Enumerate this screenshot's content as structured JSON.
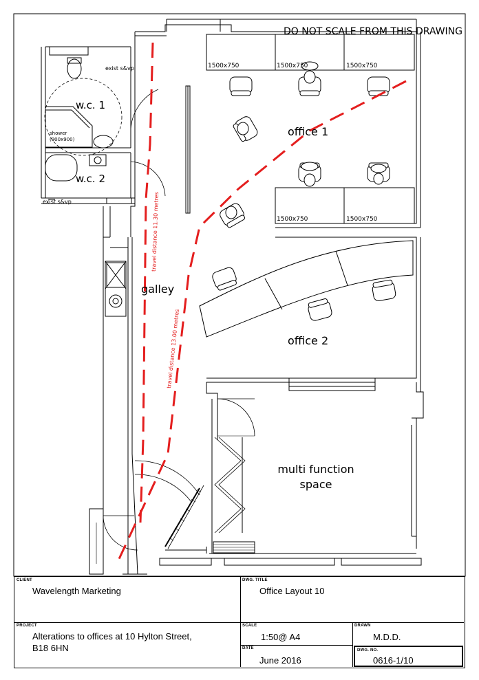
{
  "drawing": {
    "notice": "DO NOT SCALE FROM THIS DRAWING",
    "rooms": {
      "wc1": "w.c. 1",
      "wc2": "w.c. 2",
      "office1": "office 1",
      "office2": "office 2",
      "galley": "galley",
      "multi_line1": "multi function",
      "multi_line2": "space"
    },
    "annotations": {
      "exist_svp_top": "exist s&vp",
      "exist_svp_bottom": "exist s&vp",
      "shower_line1": "shower",
      "shower_line2": "(900x900)",
      "travel_1": "travel distance 11.30 metres",
      "travel_2": "travel distance 13.00 metres"
    },
    "desks": {
      "d1": "1500x750",
      "d2": "1500x750",
      "d3": "1500x750",
      "d4": "1500x750",
      "d5": "1500x750"
    },
    "colors": {
      "line": "#000000",
      "route": "#e41e1e"
    }
  },
  "title_block": {
    "client_caption": "CLIENT",
    "client": "Wavelength Marketing",
    "title_caption": "DWG. TITLE",
    "title": "Office Layout 10",
    "project_caption": "PROJECT",
    "project_line1": "Alterations to offices at 10 Hylton Street,",
    "project_line2": "B18 6HN",
    "scale_caption": "SCALE",
    "scale": "1:50@ A4",
    "drawn_caption": "DRAWN",
    "drawn": "M.D.D.",
    "date_caption": "DATE",
    "date": "June 2016",
    "dwgno_caption": "DWG. NO.",
    "dwgno": "0616-1/10"
  }
}
